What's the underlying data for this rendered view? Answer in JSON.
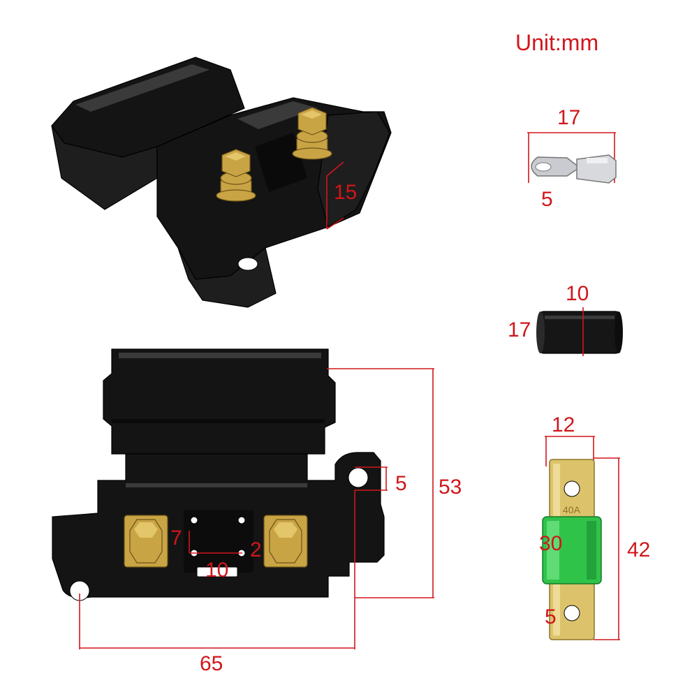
{
  "unit_label": "Unit:mm",
  "holder_top": {
    "terminal_height": "15"
  },
  "holder_front": {
    "width": "65",
    "height": "53",
    "mount_hole": "5",
    "center_pin_v": "7",
    "center_pin_d": "2",
    "center_pin_h": "10"
  },
  "ring_terminal": {
    "length": "17",
    "hole": "5"
  },
  "heat_shrink": {
    "length": "10",
    "diameter": "17"
  },
  "fuse": {
    "width": "12",
    "length": "42",
    "body": "30",
    "hole": "5",
    "rating_text": "40A"
  },
  "colors": {
    "dimension": "#d0161b",
    "housing": "#141414",
    "brass": "#c9a445",
    "fuse_body": "#2fc34a",
    "fuse_blade": "#dcc36b"
  }
}
